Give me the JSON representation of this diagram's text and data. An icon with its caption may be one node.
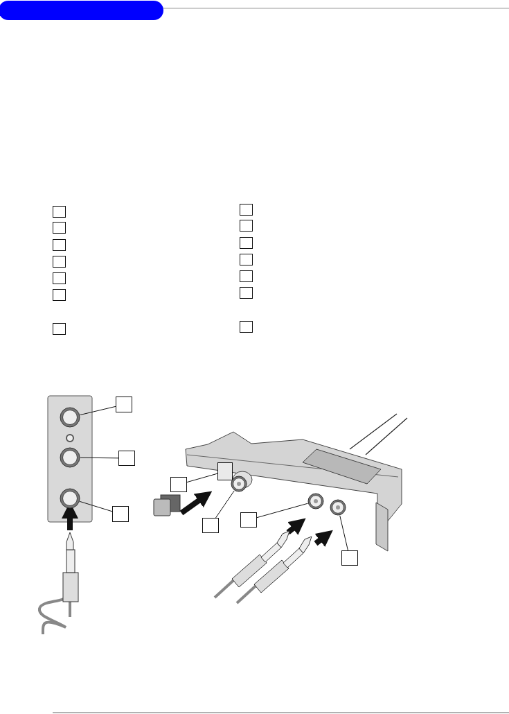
{
  "diagram": {
    "nodes": [
      {
        "text": [],
        "shape": "box"
      },
      {
        "text": [],
        "shape": "box"
      },
      {
        "text": [],
        "shape": "box"
      },
      {
        "text": [],
        "shape": "box"
      },
      {
        "text": [],
        "shape": "box"
      },
      {
        "text": [],
        "shape": "box"
      },
      {
        "text": [],
        "shape": "box"
      },
      {
        "text": [],
        "shape": "box"
      },
      {
        "text": [],
        "shape": "box"
      },
      {
        "text": [],
        "shape": "box"
      },
      {
        "text": [],
        "shape": "box"
      },
      {
        "text": [],
        "shape": "box"
      },
      {
        "text": [],
        "shape": "box"
      },
      {
        "text": [],
        "shape": "box"
      },
      {
        "text": [],
        "shape": "box"
      },
      {
        "text": [],
        "shape": "circle"
      },
      {
        "text": [],
        "shape": "box"
      },
      {
        "text": [],
        "shape": "circle"
      },
      {
        "text": [],
        "shape": "box"
      },
      {
        "text": [],
        "shape": "box"
      },
      {
        "text": [],
        "shape": "box"
      },
      {
        "text": [],
        "shape": "circle"
      },
      {
        "text": [],
        "shape": "box"
      },
      {
        "text": [],
        "shape": "circle"
      },
      {
        "text": [],
        "shape": "box"
      },
      {
        "text": [],
        "shape": "circle"
      },
      {
        "text": [],
        "shape": "box"
      },
      {
        "text": [],
        "shape": "circle"
      }
    ],
    "edges": [
      {
        "from": 14,
        "to": 15,
        "arrow": "none"
      },
      {
        "from": 16,
        "to": 17,
        "arrow": "none"
      },
      {
        "from": 18,
        "to": 19,
        "arrow": "none"
      },
      {
        "from": 20,
        "to": 21,
        "arrow": "none"
      },
      {
        "from": 22,
        "to": 23,
        "arrow": "none"
      },
      {
        "from": 24,
        "to": 25,
        "arrow": "none"
      },
      {
        "from": 26,
        "to": 27,
        "arrow": "none"
      }
    ]
  }
}
